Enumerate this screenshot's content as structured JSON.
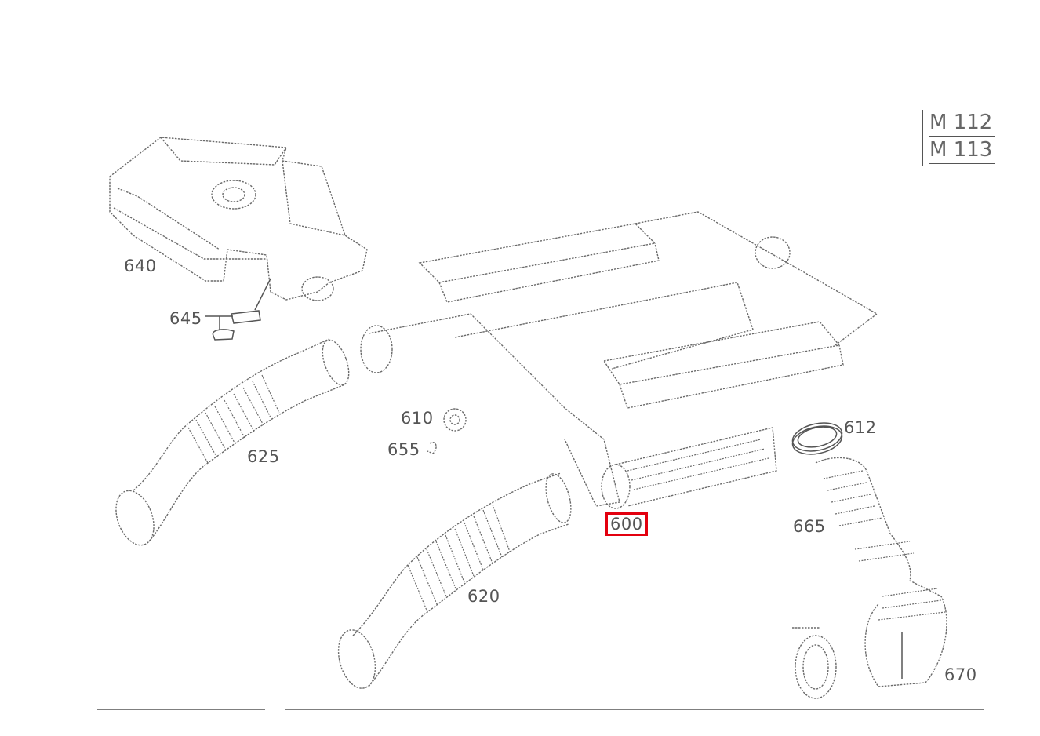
{
  "engine_codes": [
    "M 112",
    "M 113"
  ],
  "parts": {
    "p640": "640",
    "p645": "645",
    "p625": "625",
    "p610": "610",
    "p655": "655",
    "p612": "612",
    "p600": "600",
    "p665": "665",
    "p620": "620",
    "p670": "670"
  },
  "selected_part": "600",
  "colors": {
    "highlight": "#e3000f",
    "line": "#6a6a6a"
  }
}
